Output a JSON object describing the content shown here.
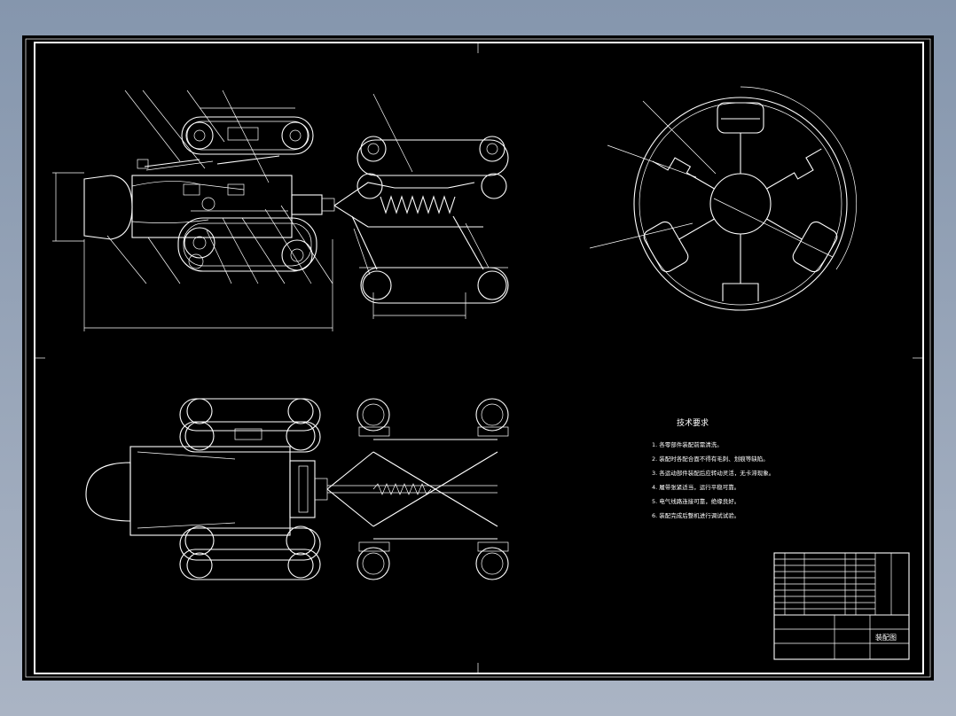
{
  "colors": {
    "background": "#8e9cb0",
    "sheet": "#000000",
    "lines": "#ffffff"
  },
  "notes": {
    "title": "技术要求",
    "lines": [
      "1. 各零部件装配前需清洗。",
      "2. 装配时各配合面不得有毛刺、划痕等缺陷。",
      "3. 各运动部件装配后应转动灵活，无卡滞现象。",
      "4. 履带张紧适当，运行平稳可靠。",
      "5. 电气线路连接可靠，绝缘良好。",
      "6. 装配完成后整机进行调试试验。"
    ]
  },
  "title_block": {
    "drawing_name": "装配图"
  }
}
